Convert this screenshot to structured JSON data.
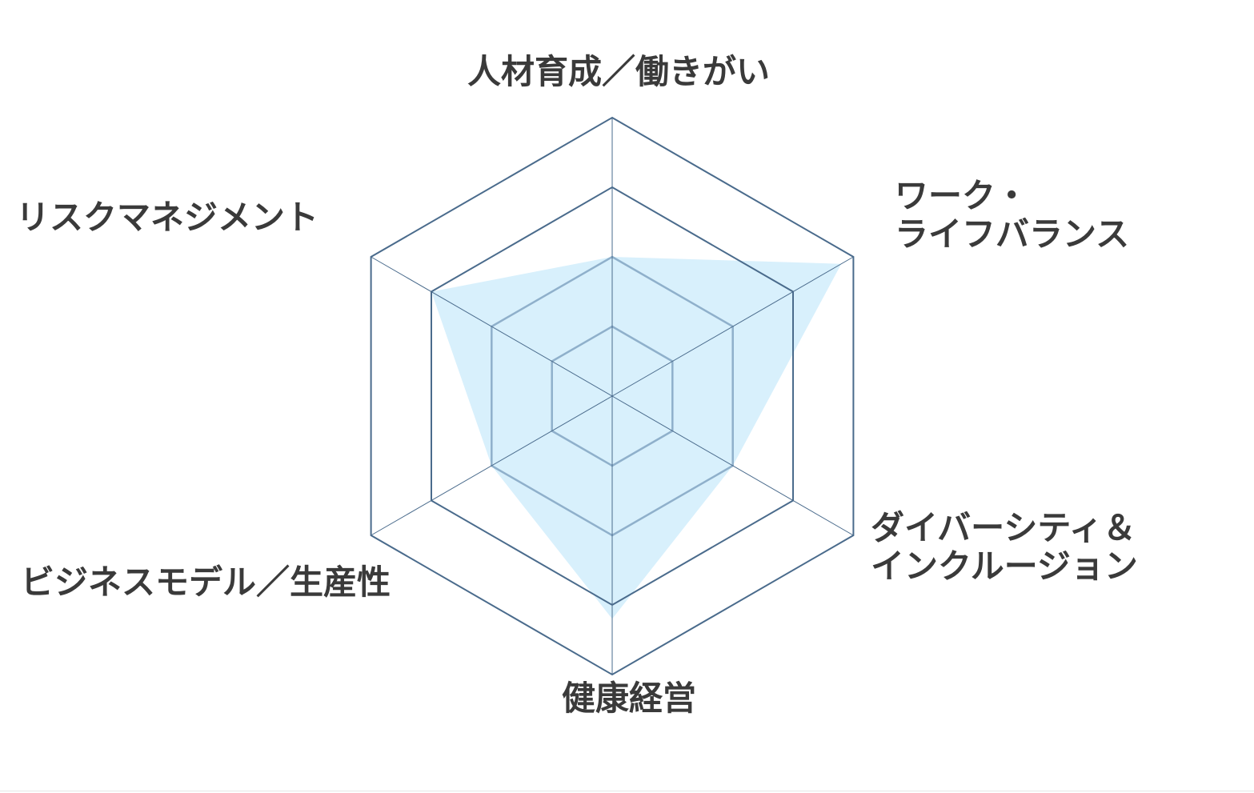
{
  "chart_data": {
    "type": "radar",
    "title": "",
    "axes": [
      {
        "label_lines": [
          "人材育成／働きがい"
        ]
      },
      {
        "label_lines": [
          "ワーク・",
          "ライフバランス"
        ]
      },
      {
        "label_lines": [
          "ダイバーシティ＆",
          "インクルージョン"
        ]
      },
      {
        "label_lines": [
          "健康経営"
        ]
      },
      {
        "label_lines": [
          "ビジネスモデル／生産性"
        ]
      },
      {
        "label_lines": [
          "リスクマネジメント"
        ]
      }
    ],
    "range": [
      0,
      4
    ],
    "grid_levels": 4,
    "series": [
      {
        "values": [
          2.0,
          3.8,
          2.0,
          3.2,
          2.0,
          3.0
        ]
      }
    ],
    "colors": {
      "fill": "#d8f0fc",
      "inner_grid": "#8fb0cb",
      "outer_grid": "#4a6b8c",
      "label": "#3a3a3a"
    }
  }
}
